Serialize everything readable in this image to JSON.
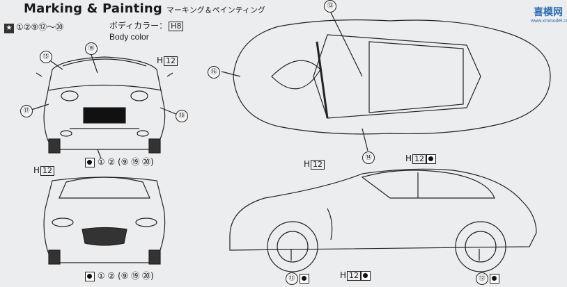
{
  "header": {
    "title": "Marking & Painting",
    "title_jp": "マーキング＆ペインティング",
    "parts_range": "①②⑨⑫～⑳",
    "body_color_jp": "ボディカラー：",
    "body_color_code": "H8",
    "body_color_en": "Body color"
  },
  "watermark": {
    "text": "喜模网",
    "sub": "www.xmmodel.com"
  },
  "rear_view": {
    "paint_label": "H",
    "paint_code": "12",
    "callouts": [
      "⑮",
      "⑯",
      "⑰",
      "⑱",
      "①"
    ],
    "decal_line": "① ② (⑨ ⑲ ⑳)"
  },
  "front_view": {
    "paint_label": "H",
    "paint_code": "12",
    "decal_line": "① ② (⑨ ⑲ ⑳)"
  },
  "top_view": {
    "callouts": [
      "⑬",
      "⑯",
      "⑭"
    ],
    "paint_label": "H",
    "paint_code": "12"
  },
  "side_view": {
    "paint_label": "H",
    "paint_code": "12",
    "callout_left_wheel": "⑫",
    "callout_right_wheel": "⑫",
    "bottom_paint_label": "H",
    "bottom_paint_code": "12"
  }
}
